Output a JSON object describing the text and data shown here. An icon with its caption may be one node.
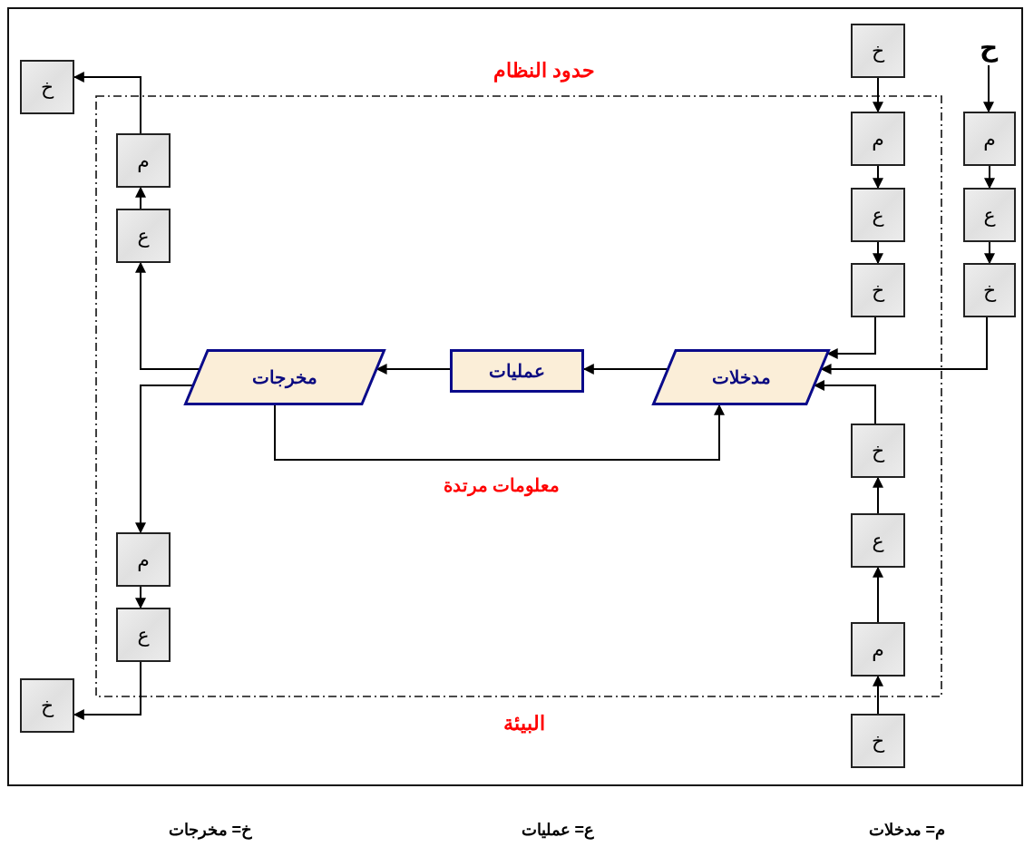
{
  "diagram": {
    "nodes": [
      {
        "text": [
          "خ"
        ]
      },
      {
        "text": [
          "م"
        ]
      },
      {
        "text": [
          "ع"
        ]
      },
      {
        "text": [
          "مخرجات"
        ]
      },
      {
        "text": [
          "عمليات"
        ]
      },
      {
        "text": [
          "مدخلات"
        ]
      },
      {
        "text": [
          "خ"
        ]
      },
      {
        "text": [
          "م"
        ]
      },
      {
        "text": [
          "ع"
        ]
      },
      {
        "text": [
          "خ"
        ]
      },
      {
        "text": [
          "ح"
        ]
      },
      {
        "text": [
          "م"
        ]
      },
      {
        "text": [
          "ع"
        ]
      },
      {
        "text": [
          "خ"
        ]
      },
      {
        "text": [
          "خ"
        ]
      },
      {
        "text": [
          "ع"
        ]
      },
      {
        "text": [
          "م"
        ]
      },
      {
        "text": [
          "خ"
        ]
      },
      {
        "text": [
          "م"
        ]
      },
      {
        "text": [
          "ع"
        ]
      },
      {
        "text": [
          "خ"
        ]
      }
    ],
    "edges": [
      {
        "from": 6,
        "to": 7,
        "arrow": "to"
      },
      {
        "from": 7,
        "to": 8,
        "arrow": "to"
      },
      {
        "from": 8,
        "to": 9,
        "arrow": "to"
      },
      {
        "from": 9,
        "to": 5,
        "arrow": "to"
      },
      {
        "from": 10,
        "to": 11,
        "arrow": "to"
      },
      {
        "from": 11,
        "to": 12,
        "arrow": "to"
      },
      {
        "from": 12,
        "to": 13,
        "arrow": "to"
      },
      {
        "from": 13,
        "to": 5,
        "arrow": "to"
      },
      {
        "from": 17,
        "to": 16,
        "arrow": "to"
      },
      {
        "from": 16,
        "to": 15,
        "arrow": "to"
      },
      {
        "from": 15,
        "to": 14,
        "arrow": "to"
      },
      {
        "from": 14,
        "to": 5,
        "arrow": "to"
      },
      {
        "from": 5,
        "to": 4,
        "arrow": "to"
      },
      {
        "from": 4,
        "to": 3,
        "arrow": "to"
      },
      {
        "from": 3,
        "to": 2,
        "arrow": "to"
      },
      {
        "from": 2,
        "to": 1,
        "arrow": "to"
      },
      {
        "from": 1,
        "to": 0,
        "arrow": "to"
      },
      {
        "from": 3,
        "to": 18,
        "arrow": "to"
      },
      {
        "from": 18,
        "to": 19,
        "arrow": "to"
      },
      {
        "from": 19,
        "to": 20,
        "arrow": "to"
      },
      {
        "from": 3,
        "to": 5,
        "arrow": "to",
        "label": "معلومات مرتدة"
      }
    ],
    "labels": [
      "حدود النظام",
      "البيئة",
      "م= مدخلات",
      "ع= عمليات",
      "خ= مخرجات"
    ]
  }
}
